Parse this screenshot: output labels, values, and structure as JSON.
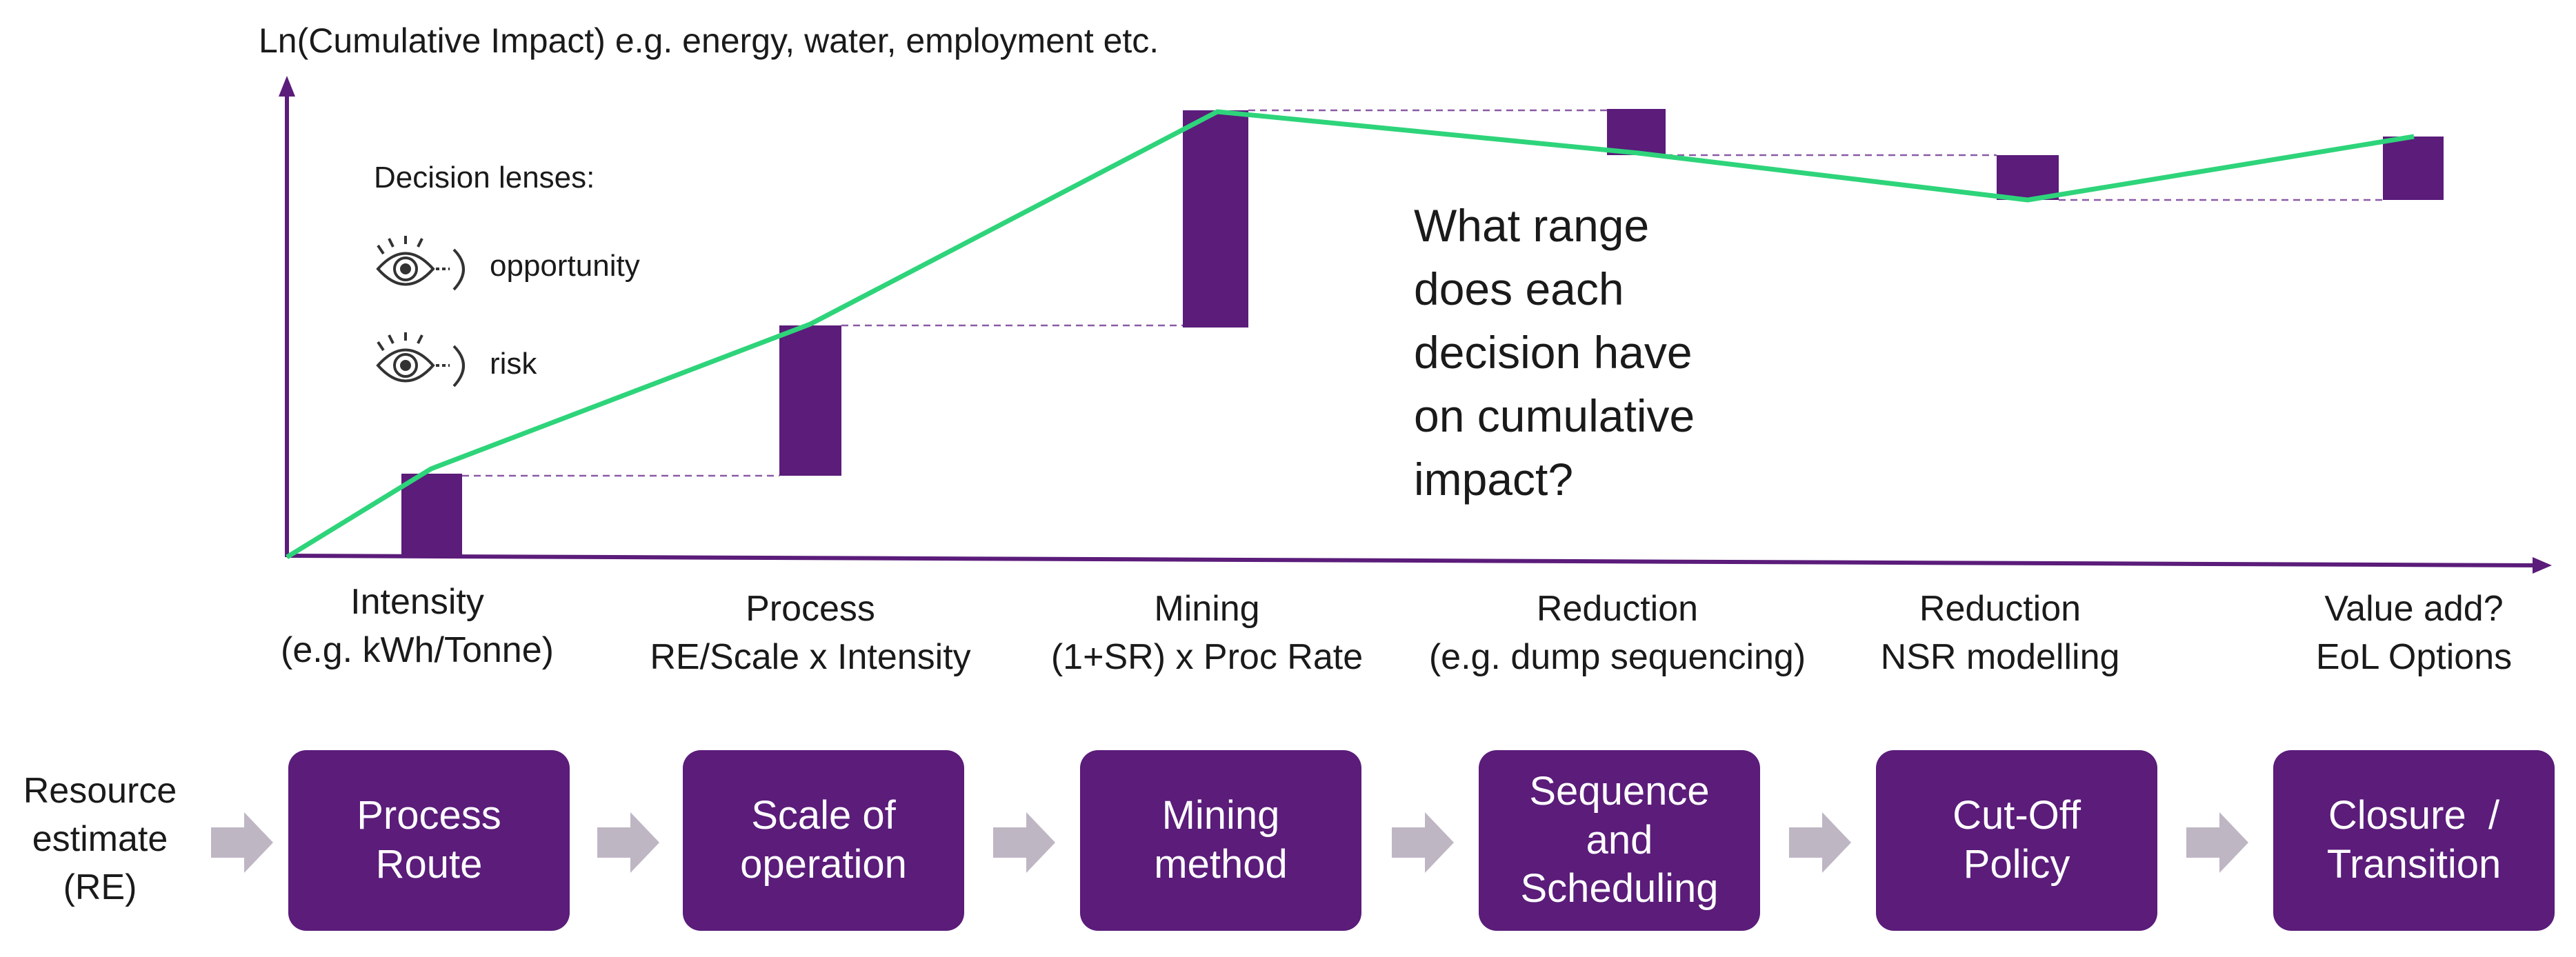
{
  "axis_title": "Ln(Cumulative Impact) e.g. energy, water, employment etc.",
  "lenses": {
    "heading": "Decision lenses:",
    "items": [
      {
        "icon": "eye-icon",
        "label": "opportunity"
      },
      {
        "icon": "eye-icon",
        "label": "risk"
      }
    ]
  },
  "question": [
    "What range",
    "does each",
    "decision have",
    "on cumulative",
    "impact?"
  ],
  "stages": [
    {
      "line1": "Intensity",
      "line2": "(e.g. kWh/Tonne)"
    },
    {
      "line1": "Process",
      "line2": "RE/Scale x Intensity"
    },
    {
      "line1": "Mining",
      "line2": "(1+SR) x Proc Rate"
    },
    {
      "line1": "Reduction",
      "line2": "(e.g. dump sequencing)"
    },
    {
      "line1": "Reduction",
      "line2": "NSR modelling"
    },
    {
      "line1": "Value add?",
      "line2": "EoL Options"
    }
  ],
  "flow": {
    "input": [
      "Resource",
      "estimate",
      "(RE)"
    ],
    "steps": [
      [
        "Process",
        "Route"
      ],
      [
        "Scale of",
        "operation"
      ],
      [
        "Mining",
        "method"
      ],
      [
        "Sequence",
        "and",
        "Scheduling"
      ],
      [
        "Cut-Off",
        "Policy"
      ],
      [
        "Closure  /",
        "Transition"
      ]
    ]
  },
  "colors": {
    "accent": "#5b1c7a",
    "line": "#2ed47a",
    "arrow": "#bfb6c4",
    "dashed": "#8a5aa6"
  }
}
